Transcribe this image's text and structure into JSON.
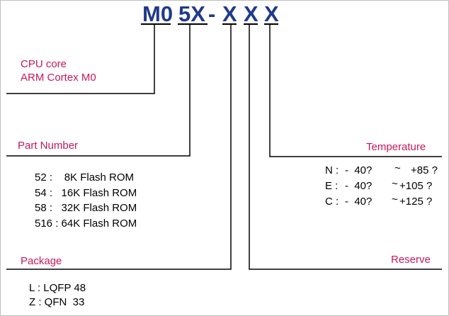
{
  "code": {
    "c1": "M0",
    "c2": "5X",
    "c3": "-",
    "c4": "X",
    "c5": "X",
    "c6": "X"
  },
  "cpu_core": {
    "title": "CPU core",
    "subtitle": "ARM Cortex M0"
  },
  "part_number": {
    "title": "Part Number",
    "rows": [
      "52 :    8K Flash ROM",
      "54 :   16K Flash ROM",
      "58 :   32K Flash ROM",
      "516 : 64K Flash ROM"
    ]
  },
  "package": {
    "title": "Package",
    "rows": [
      "L : LQFP 48",
      "Z : QFN  33"
    ]
  },
  "temperature": {
    "title": "Temperature",
    "rows": [
      {
        "code": "N :",
        "from": "-  40?",
        "sep": "~",
        "to": "+85 ?"
      },
      {
        "code": "E :",
        "from": "-  40?",
        "sep": "~",
        "to": "+105 ?"
      },
      {
        "code": "C :",
        "from": "-  40?",
        "sep": "~",
        "to": "+125 ?"
      }
    ]
  },
  "reserve": {
    "title": "Reserve"
  },
  "colors": {
    "code": "#1f3a8a",
    "label": "#c8185a",
    "line": "#000000"
  }
}
